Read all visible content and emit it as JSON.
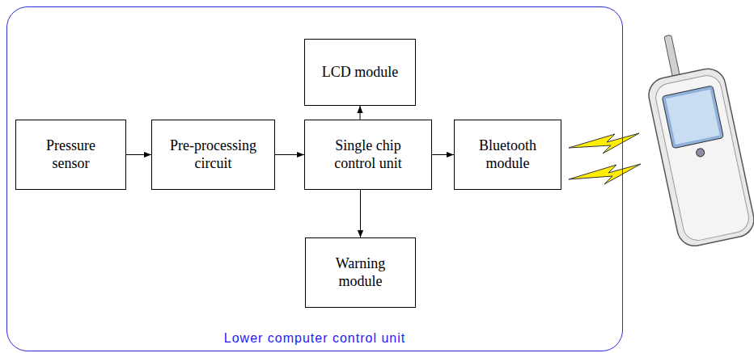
{
  "diagram": {
    "nodes": [
      {
        "text": [
          "Lower computer control unit"
        ]
      },
      {
        "text": [
          "LCD module"
        ],
        "in": 0
      },
      {
        "text": [
          "Pressure sensor"
        ],
        "in": 0
      },
      {
        "text": [
          "Pre-processing circuit"
        ],
        "in": 0
      },
      {
        "text": [
          "Single chip control unit"
        ],
        "in": 0
      },
      {
        "text": [
          "Bluetooth module"
        ],
        "in": 0
      },
      {
        "text": [
          "Warning module"
        ],
        "in": 0
      }
    ],
    "edges": [
      {
        "from": 2,
        "to": 3,
        "arrow": "to"
      },
      {
        "from": 3,
        "to": 4,
        "arrow": "to"
      },
      {
        "from": 4,
        "to": 1,
        "arrow": "to"
      },
      {
        "from": 4,
        "to": 5,
        "arrow": "to"
      },
      {
        "from": 4,
        "to": 6,
        "arrow": "to"
      }
    ]
  }
}
